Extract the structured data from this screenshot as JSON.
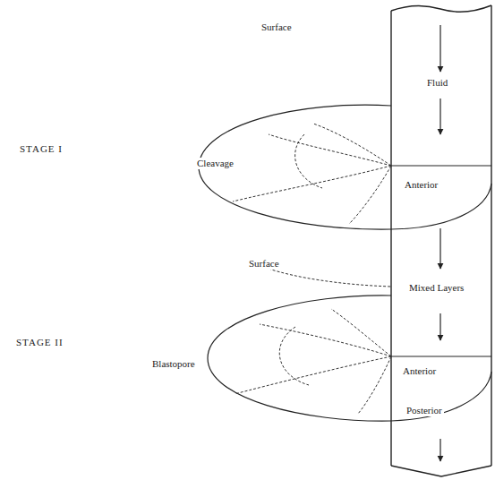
{
  "diagram": {
    "labels": [
      "STAGE I",
      "STAGE II",
      "Surface",
      "Cleavage",
      "Anterior",
      "Fluid",
      "Surface",
      "Mixed Layers",
      "Blastopore",
      "Anterior",
      "Posterior"
    ]
  }
}
